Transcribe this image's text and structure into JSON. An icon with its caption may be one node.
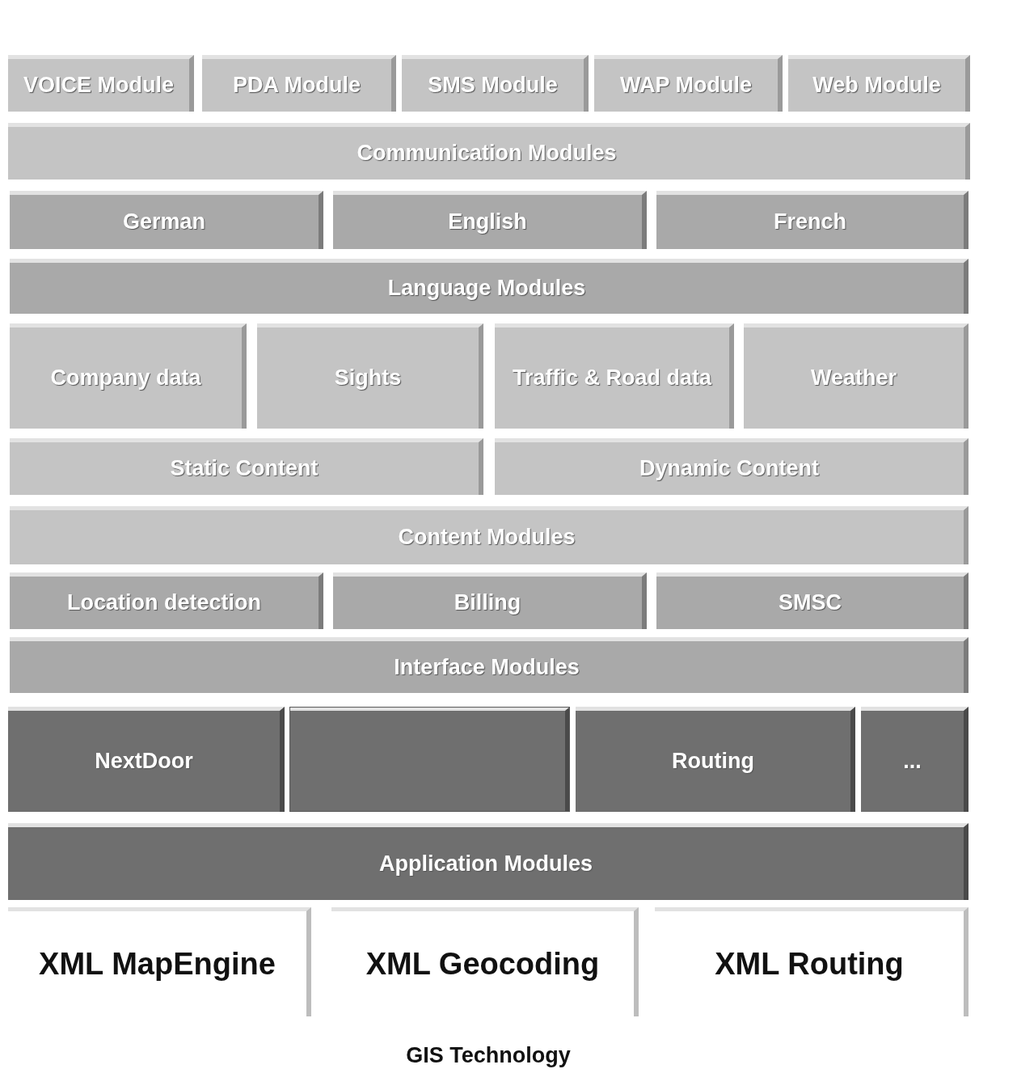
{
  "diagram": {
    "nodes": [
      {
        "text": [
          "VOICE Module"
        ]
      },
      {
        "text": [
          "PDA Module"
        ]
      },
      {
        "text": [
          "SMS Module"
        ]
      },
      {
        "text": [
          "WAP Module"
        ]
      },
      {
        "text": [
          "Web Module"
        ]
      },
      {
        "text": [
          "Communication Modules"
        ]
      },
      {
        "text": [
          "German"
        ]
      },
      {
        "text": [
          "English"
        ]
      },
      {
        "text": [
          "French"
        ]
      },
      {
        "text": [
          "Language Modules"
        ]
      },
      {
        "text": [
          "Company data"
        ]
      },
      {
        "text": [
          "Sights"
        ]
      },
      {
        "text": [
          "Traffic & Road data"
        ]
      },
      {
        "text": [
          "Weather"
        ]
      },
      {
        "text": [
          "Static Content"
        ]
      },
      {
        "text": [
          "Dynamic Content"
        ]
      },
      {
        "text": [
          "Content Modules"
        ]
      },
      {
        "text": [
          "Location detection"
        ]
      },
      {
        "text": [
          "Billing"
        ]
      },
      {
        "text": [
          "SMSC"
        ]
      },
      {
        "text": [
          "Interface Modules"
        ]
      },
      {
        "text": [
          "NextDoor"
        ]
      },
      {
        "text": [],
        "shape": "box"
      },
      {
        "text": [
          "Routing"
        ]
      },
      {
        "text": [
          "..."
        ]
      },
      {
        "text": [
          "Application Modules"
        ]
      },
      {
        "text": [
          "XML MapEngine"
        ]
      },
      {
        "text": [
          "XML Geocoding"
        ]
      },
      {
        "text": [
          "XML Routing"
        ]
      },
      {
        "text": [
          "GIS Technology"
        ]
      }
    ]
  }
}
